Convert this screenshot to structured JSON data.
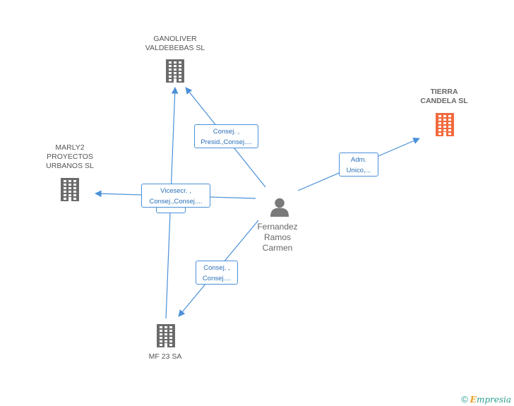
{
  "nodes": {
    "ganoliver": {
      "label": "GANOLIVER\nVALDEBEBAS SL",
      "color": "#6b6b6b"
    },
    "tierra": {
      "label": "TIERRA\nCANDELA SL",
      "color": "#f26a3d"
    },
    "marly2": {
      "label": "MARLY2\nPROYECTOS\nURBANOS SL",
      "color": "#6b6b6b"
    },
    "mf23": {
      "label": "MF 23 SA",
      "color": "#6b6b6b"
    },
    "person": {
      "label": "Fernandez\nRamos\nCarmen",
      "color": "#7a7a7a"
    }
  },
  "edges": {
    "to_ganoliver": "Consej. ,\nPresid.,Consej....",
    "to_tierra": "Adm.\nUnico,...",
    "to_marly2": "Vicesecr. ,\nConsej.,Consej....",
    "to_mf23": "Consej. ,\nConsej...."
  },
  "colors": {
    "edge": "#4a90d9"
  },
  "footer": {
    "copyright": "©",
    "brand_e": "E",
    "brand_rest": "mpresia"
  }
}
